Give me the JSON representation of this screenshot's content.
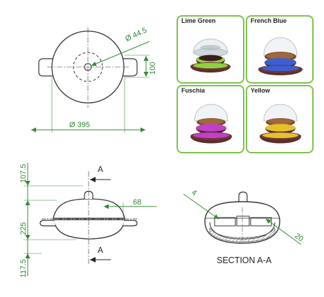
{
  "top_view": {
    "diameter_small": "Ø 44.5",
    "height_dim": "100",
    "diameter_large": "Ø 395"
  },
  "front_view": {
    "dim_top": "107.5",
    "dim_middle": "225",
    "dim_bottom": "117.5",
    "dim_right": "68",
    "cut_label_top": "A",
    "cut_label_bottom": "A"
  },
  "section_view": {
    "leader_left": "4",
    "leader_right": "20",
    "caption": "SECTION A-A"
  },
  "color_variants": [
    {
      "name": "Lime Green",
      "band": "#8fd13f"
    },
    {
      "name": "French Blue",
      "band": "#3b5fd1"
    },
    {
      "name": "Fuschia",
      "band": "#c23fc9"
    },
    {
      "name": "Yellow",
      "band": "#e6c229"
    }
  ],
  "colors": {
    "dimension": "#2e8b2e",
    "card_border": "#7cc24a",
    "cookware_body": "#4a2626"
  }
}
